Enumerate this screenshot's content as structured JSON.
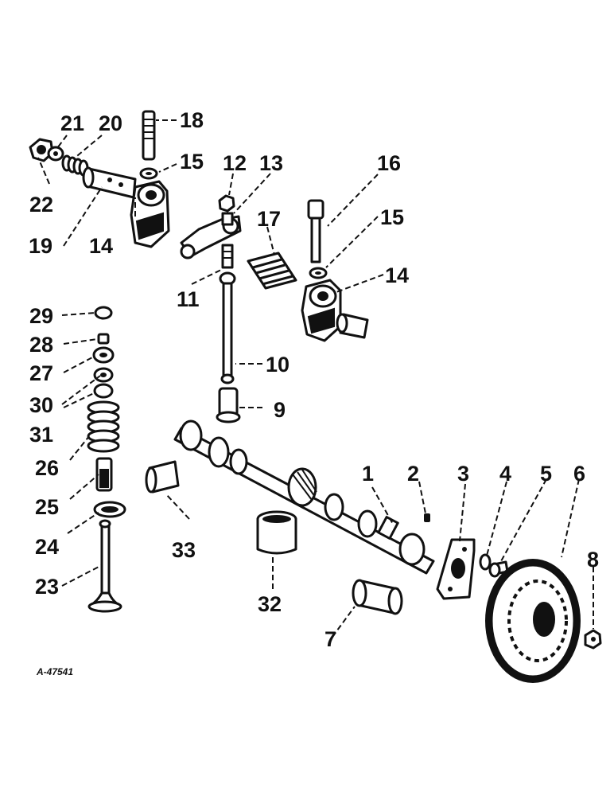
{
  "drawing_code": "A-47541",
  "parts": [
    {
      "id": "p1",
      "label": "1"
    },
    {
      "id": "p2",
      "label": "2"
    },
    {
      "id": "p3",
      "label": "3"
    },
    {
      "id": "p4",
      "label": "4"
    },
    {
      "id": "p5",
      "label": "5"
    },
    {
      "id": "p6",
      "label": "6"
    },
    {
      "id": "p7",
      "label": "7"
    },
    {
      "id": "p8",
      "label": "8"
    },
    {
      "id": "p9",
      "label": "9"
    },
    {
      "id": "p10",
      "label": "10"
    },
    {
      "id": "p11",
      "label": "11"
    },
    {
      "id": "p12",
      "label": "12"
    },
    {
      "id": "p13",
      "label": "13"
    },
    {
      "id": "p14a",
      "label": "14"
    },
    {
      "id": "p14b",
      "label": "14"
    },
    {
      "id": "p15a",
      "label": "15"
    },
    {
      "id": "p15b",
      "label": "15"
    },
    {
      "id": "p16",
      "label": "16"
    },
    {
      "id": "p17",
      "label": "17"
    },
    {
      "id": "p18",
      "label": "18"
    },
    {
      "id": "p19",
      "label": "19"
    },
    {
      "id": "p20",
      "label": "20"
    },
    {
      "id": "p21",
      "label": "21"
    },
    {
      "id": "p22",
      "label": "22"
    },
    {
      "id": "p23",
      "label": "23"
    },
    {
      "id": "p24",
      "label": "24"
    },
    {
      "id": "p25",
      "label": "25"
    },
    {
      "id": "p26",
      "label": "26"
    },
    {
      "id": "p27",
      "label": "27"
    },
    {
      "id": "p28",
      "label": "28"
    },
    {
      "id": "p29",
      "label": "29"
    },
    {
      "id": "p30",
      "label": "30"
    },
    {
      "id": "p31",
      "label": "31"
    },
    {
      "id": "p32",
      "label": "32"
    },
    {
      "id": "p33",
      "label": "33"
    }
  ]
}
